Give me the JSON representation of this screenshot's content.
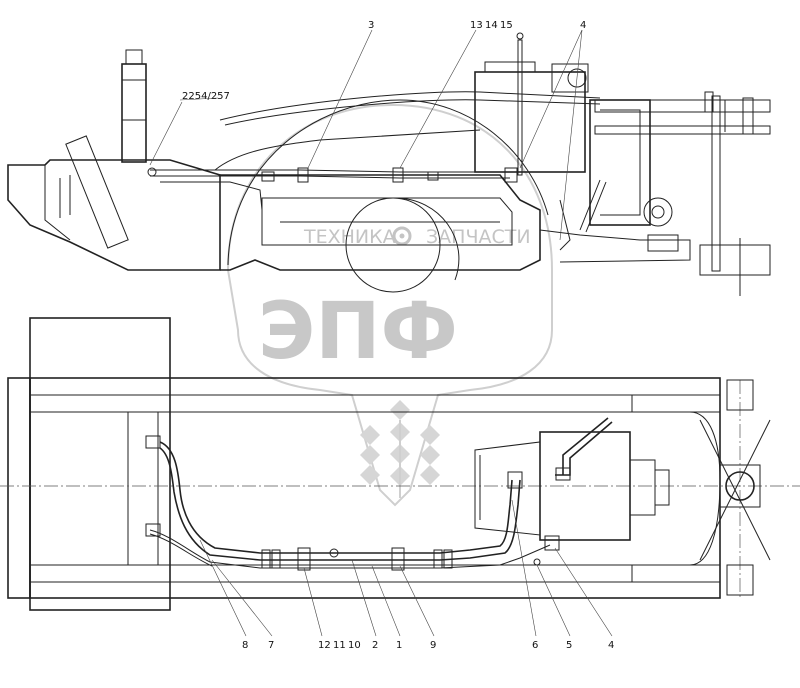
{
  "watermark": {
    "left_word": "ТЕХНИКА",
    "right_word": "ЗАПЧАСТИ",
    "big_letters": "ЭПФ"
  },
  "top_view": {
    "part_code": "2254/257",
    "callouts": [
      "3",
      "13",
      "14",
      "15",
      "4"
    ]
  },
  "plan_view": {
    "callouts": [
      "8",
      "7",
      "12",
      "11",
      "10",
      "2",
      "1",
      "9",
      "6",
      "5",
      "4"
    ]
  },
  "icons": [
    "gear-icon",
    "wheat-icon"
  ]
}
